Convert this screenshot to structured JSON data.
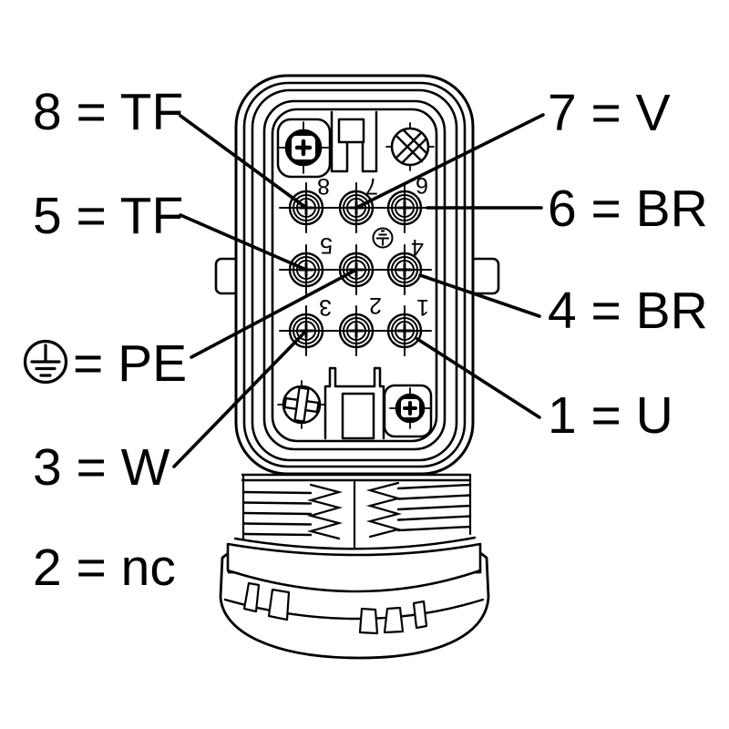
{
  "figure": {
    "background": "#ffffff",
    "line_color": "#000000"
  },
  "callouts": {
    "pin8": "8 = TF",
    "pin7": "7 = V",
    "pin5": "5 = TF",
    "pin6": "6 = BR",
    "pinPE": "= PE",
    "pin4": "4 = BR",
    "pin3": "3 = W",
    "pin1": "1 = U",
    "pin2": "2 = nc"
  },
  "pin_marks": {
    "pin8": "8",
    "pin7": "7",
    "pin6": "6",
    "pin5": "5",
    "pin4": "4",
    "pin3": "3",
    "pin2": "2",
    "pin1": "1"
  }
}
